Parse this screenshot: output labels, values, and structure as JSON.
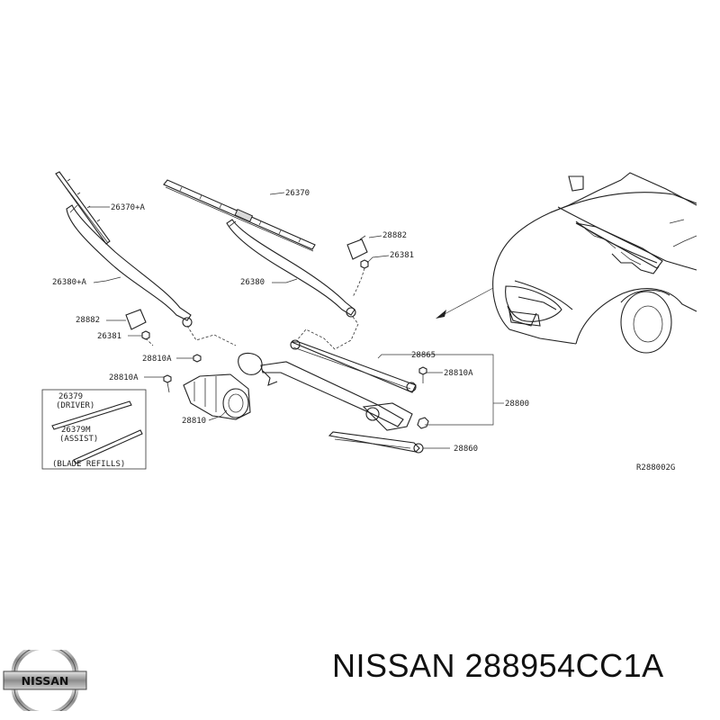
{
  "diagram": {
    "labels": {
      "blade_lh": "26370+A",
      "blade_rh": "26370",
      "arm_lh": "26380+A",
      "arm_rh": "26380",
      "cap_rh": "28882",
      "nut_rh": "26381",
      "cap_lh": "28882",
      "nut_lh": "26381",
      "bolt_a1": "28810A",
      "bolt_a2": "28810A",
      "motor": "28810",
      "link": "28865",
      "bolt_r": "28810A",
      "frame": "28800",
      "link2": "28860",
      "code": "R288002G"
    },
    "refills": {
      "line1": "26379",
      "line2": "(DRIVER)",
      "line3": "26379M",
      "line4": "(ASSIST)",
      "line5": "(BLADE REFILLS)"
    }
  },
  "logo": {
    "text": "NISSAN"
  },
  "footer": {
    "title": "NISSAN 288954CC1A"
  }
}
